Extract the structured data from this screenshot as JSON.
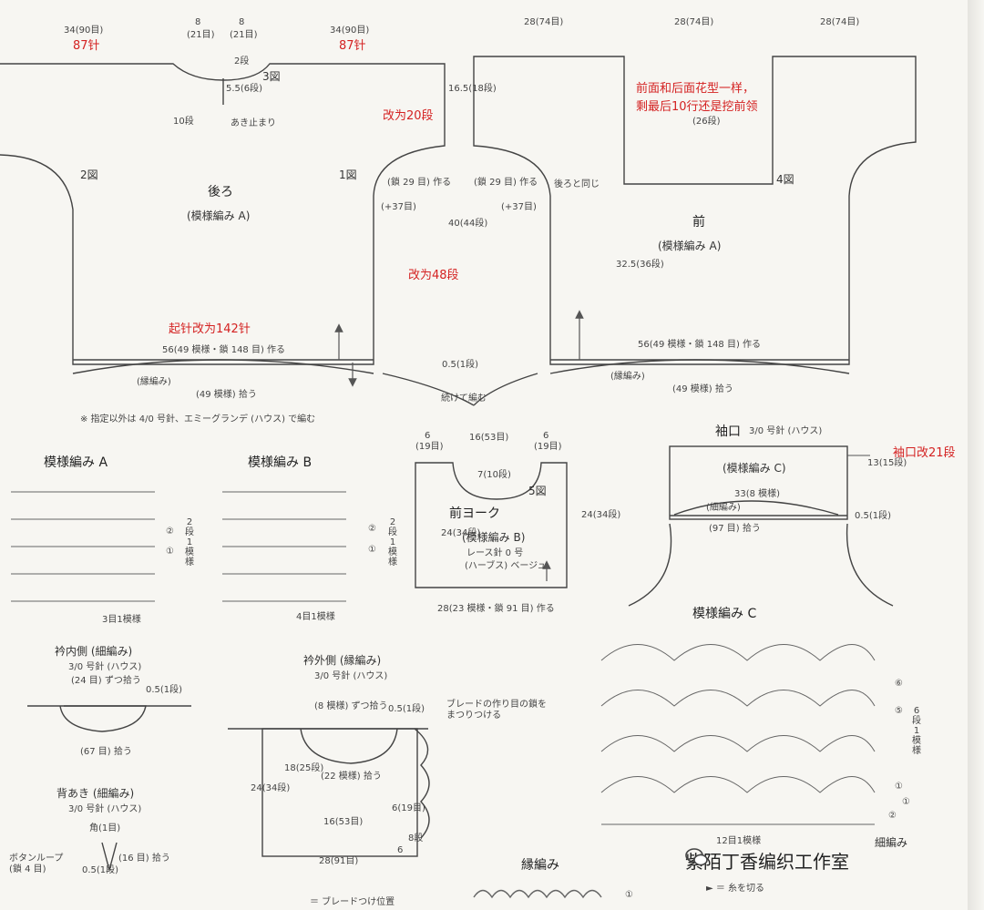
{
  "back": {
    "top_left_w": "34(90目)",
    "top_left_red": "87针",
    "neck_w1": "8",
    "neck_w1b": "(21目)",
    "neck_w2": "8",
    "neck_w2b": "(21目)",
    "top_right_w": "34(90目)",
    "top_right_red": "87针",
    "neck_depth": "2段",
    "slit": "5.5(6段)",
    "fig3": "3図",
    "slit_end": "あき止まり",
    "ten_rows": "10段",
    "shoulder_h": "16.5(18段)",
    "red_rows_20": "改为20段",
    "fig2": "2図",
    "fig1": "1図",
    "title": "後ろ",
    "pattern": "(模様編み A)",
    "armhole": "(鎖 29 目) 作る",
    "plus37": "(+37目)",
    "body_h": "40(44段)",
    "red_rows_48": "改为48段",
    "red_cast_on": "起针改为142针",
    "bottom_w": "56(49 模様・鎖 148 目) 作る",
    "edge": "(縁編み)",
    "pickup": "(49 模様) 拾う",
    "edge_h": "0.5(1段)",
    "continue": "続けて編む",
    "note": "※ 指定以外は 4/0 号針、エミーグランデ (ハウス) で編む"
  },
  "front": {
    "top_w1": "28(74目)",
    "top_w2": "28(74目)",
    "top_w3": "28(74目)",
    "red_note1": "前面和后面花型一样，",
    "red_note2": "剩最后10行还是挖前领",
    "neck_h": "(26段)",
    "armhole": "(鎖 29 目) 作る",
    "same": "後ろと同じ",
    "plus37": "(+37目)",
    "fig4": "4図",
    "title": "前",
    "pattern": "(模様編み A)",
    "body_h": "32.5(36段)",
    "bottom_w": "56(49 模様・鎖 148 目) 作る",
    "edge": "(縁編み)",
    "pickup": "(49 模様) 拾う"
  },
  "pattern_a": {
    "title": "模様編み A",
    "rows": "2段1模様",
    "row2": "②",
    "row1": "①",
    "repeat": "3目1模様"
  },
  "pattern_b": {
    "title": "模様編み B",
    "rows": "2段1模様",
    "row2": "②",
    "row1": "①",
    "repeat": "4目1模様"
  },
  "yoke": {
    "w_left": "6",
    "w_left_b": "(19目)",
    "w_mid": "16(53目)",
    "w_right": "6",
    "w_right_b": "(19目)",
    "neck_h": "7(10段)",
    "fig5": "5図",
    "title": "前ヨーク",
    "pattern": "(模様編み B)",
    "needle": "レース針 0 号",
    "yarn": "(ハーブス) ベージュ",
    "h_left": "24(34段)",
    "h_right": "24(34段)",
    "bottom": "28(23 模様・鎖 91 目) 作る"
  },
  "cuff": {
    "title": "袖口",
    "needle": "3/0 号針 (ハウス)",
    "red": "袖口改21段",
    "pattern": "(模様編み C)",
    "h": "13(15段)",
    "inner": "33(8 模様)",
    "sc": "(細編み)",
    "edge_h": "0.5(1段)",
    "pickup": "(97 目) 拾う"
  },
  "pattern_c": {
    "title": "模様編み C",
    "r6": "⑥",
    "r5": "⑤",
    "r1": "①",
    "r0": "①",
    "r2": "②",
    "rows": "6段1模様",
    "repeat": "12目1模様",
    "sc": "細編み"
  },
  "collar_in": {
    "title": "衿内側 (細編み)",
    "needle": "3/0 号針 (ハウス)",
    "pick": "(24 目) ずつ拾う",
    "h": "0.5(1段)",
    "total": "(67 目) 拾う"
  },
  "collar_out": {
    "title": "衿外側 (縁編み)",
    "needle": "3/0 号針 (ハウス)",
    "pick": "(8 模様) ずつ拾う",
    "h": "0.5(1段)",
    "braid": "ブレードの作り目の鎖を まつりつける",
    "inner_h": "18(25段)",
    "mid": "(22 模様) 拾う",
    "outer_h": "24(34段)",
    "w": "16(53目)",
    "side": "6(19目)",
    "side2": "6",
    "side3": "8段",
    "bottom": "28(91目)"
  },
  "back_open": {
    "title": "背あき (細編み)",
    "needle": "3/0 号針 (ハウス)",
    "corner": "角(1目)",
    "loop": "ボタンループ (鎖 4 目)",
    "pick": "(16 目) 拾う",
    "h": "0.5(1段)"
  },
  "edging": {
    "title": "縁編み",
    "row": "①"
  },
  "legend": {
    "braid_pos": "＝ ブレードつけ位置",
    "cut": "► ＝ 糸を切る"
  },
  "watermark": {
    "text": "紫陌丁香编织工作室"
  }
}
